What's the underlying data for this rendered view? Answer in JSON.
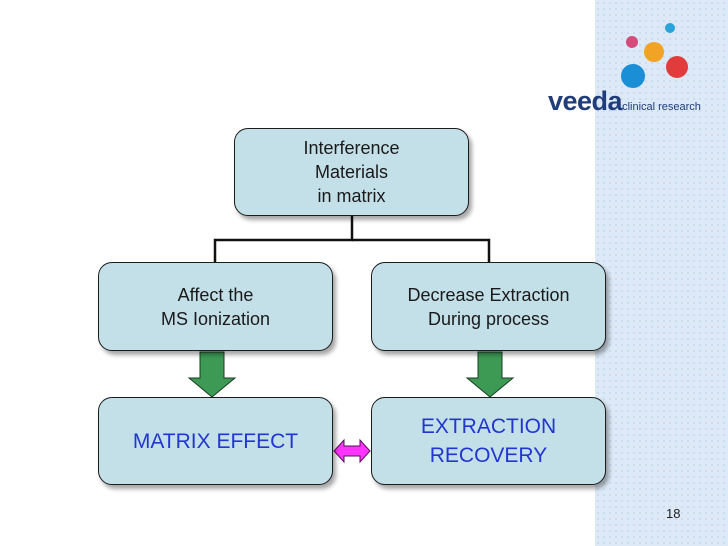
{
  "logo": {
    "brand": "veeda",
    "tagline": "clinical research",
    "dot_colors": [
      "#1b8fd6",
      "#f0a325",
      "#e23b3b",
      "#d44a78",
      "#2aa3d8"
    ]
  },
  "diagram": {
    "root": {
      "lines": [
        "Interference",
        "Materials",
        "in matrix"
      ]
    },
    "left_cause": {
      "lines": [
        "Affect the",
        "MS Ionization"
      ]
    },
    "right_cause": {
      "lines": [
        "Decrease Extraction",
        "During process"
      ]
    },
    "left_result": {
      "lines": [
        "MATRIX EFFECT"
      ]
    },
    "right_result": {
      "lines": [
        "EXTRACTION",
        "RECOVERY"
      ]
    }
  },
  "colors": {
    "box_fill": "#c3dfe8",
    "result_text": "#2236d1",
    "down_arrow": "#3d9a55",
    "double_arrow": "#ff33ff"
  },
  "page_number": "18"
}
